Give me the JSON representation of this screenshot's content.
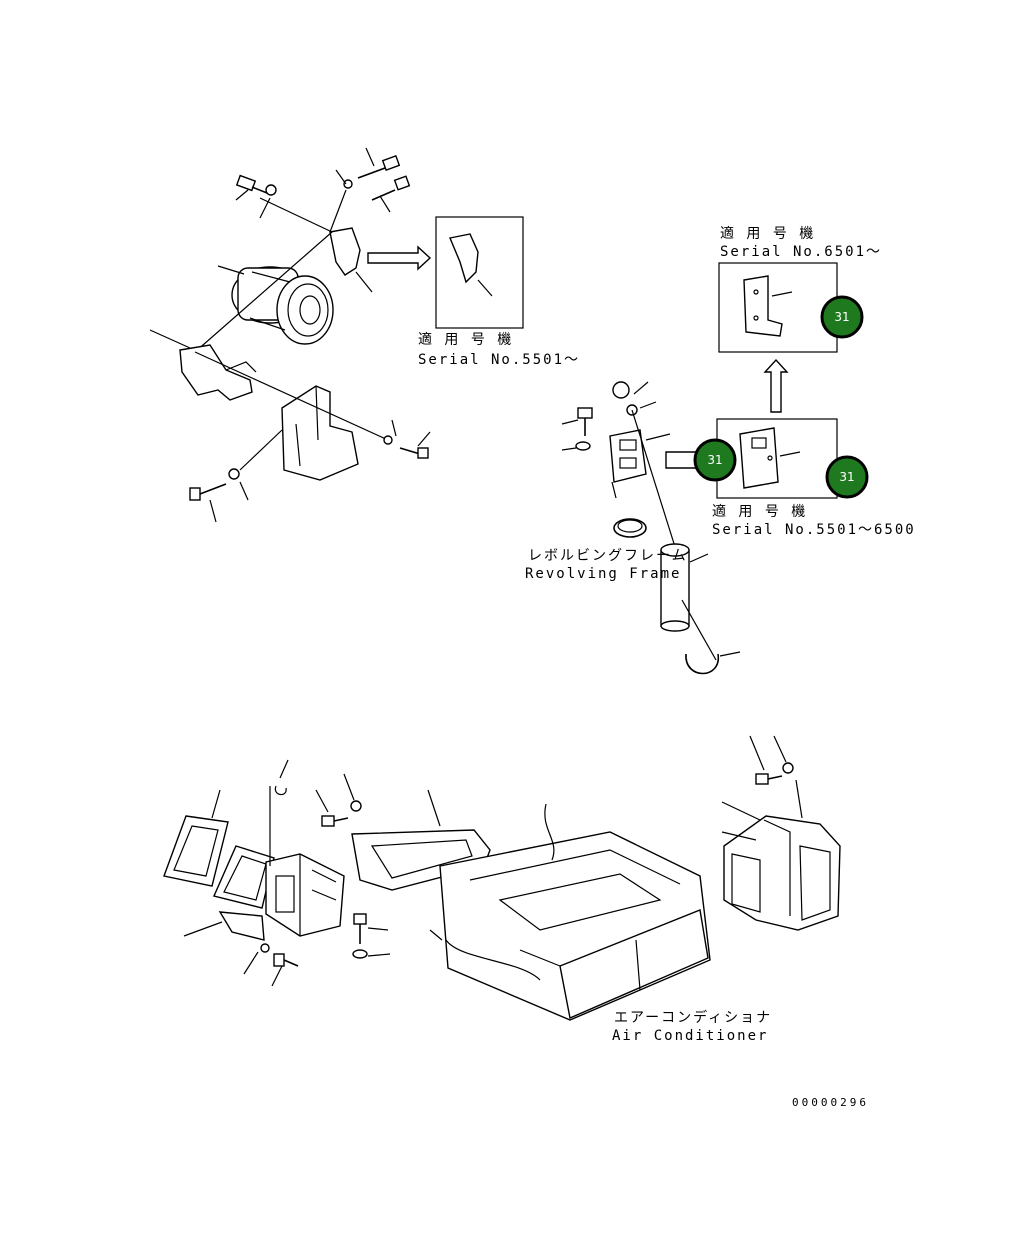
{
  "compressor_inset": {
    "label_jp": "適 用 号 機",
    "label_en": "Serial No.5501〜"
  },
  "bracket_new": {
    "label_jp": "適 用 号 機",
    "label_en": "Serial No.6501〜"
  },
  "bracket_old": {
    "label_jp": "適 用 号 機",
    "label_en": "Serial No.5501〜6500"
  },
  "revolving_frame": {
    "label_jp": "レボルビングフレーム",
    "label_en": "Revolving Frame"
  },
  "air_conditioner": {
    "label_jp": "エアーコンディショナ",
    "label_en": "Air Conditioner"
  },
  "badges": [
    {
      "text": "31",
      "color": "#1f7a1f"
    },
    {
      "text": "31",
      "color": "#1f7a1f"
    },
    {
      "text": "31",
      "color": "#1f7a1f"
    }
  ],
  "drawing_number": "00000296"
}
